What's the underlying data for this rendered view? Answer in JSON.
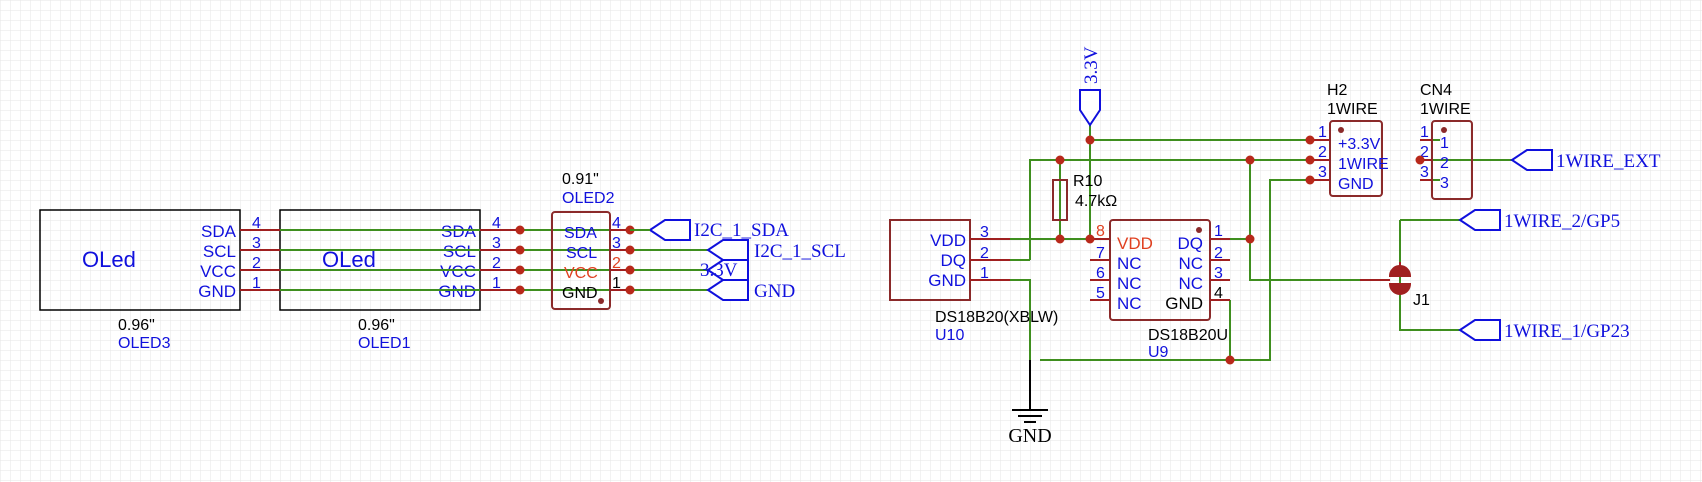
{
  "colors": {
    "wire": "#3f8f1f",
    "pin": "#a02020",
    "body": "#8b2a2a",
    "text": "#1010dd",
    "junction": "#b8281a",
    "grid": "#e6e6e6"
  },
  "oled3": {
    "name": "OLed",
    "size": "0.96\"",
    "ref": "OLED3",
    "pins": [
      {
        "name": "SDA",
        "num": "4"
      },
      {
        "name": "SCL",
        "num": "3"
      },
      {
        "name": "VCC",
        "num": "2"
      },
      {
        "name": "GND",
        "num": "1"
      }
    ]
  },
  "oled1": {
    "name": "OLed",
    "size": "0.96\"",
    "ref": "OLED1",
    "pins": [
      {
        "name": "SDA",
        "num": "4"
      },
      {
        "name": "SCL",
        "num": "3"
      },
      {
        "name": "VCC",
        "num": "2"
      },
      {
        "name": "GND",
        "num": "1"
      }
    ]
  },
  "oled2": {
    "size": "0.91\"",
    "ref": "OLED2",
    "pins": [
      {
        "name": "SDA",
        "num": "4"
      },
      {
        "name": "SCL",
        "num": "3"
      },
      {
        "name": "VCC",
        "num": "2"
      },
      {
        "name": "GND",
        "num": "1"
      }
    ]
  },
  "netlabels": {
    "i2c_sda": "I2C_1_SDA",
    "i2c_scl": "I2C_1_SCL",
    "v33_left": "3.3V",
    "gnd_left": "GND",
    "v33_top": "3.3V",
    "wire_ext": "1WIRE_EXT",
    "wire2": "1WIRE_2/GP5",
    "wire1": "1WIRE_1/GP23",
    "gnd_bottom": "GND"
  },
  "u10": {
    "name": "DS18B20(XBLW)",
    "ref": "U10",
    "pins": [
      {
        "name": "VDD",
        "num": "3"
      },
      {
        "name": "DQ",
        "num": "2"
      },
      {
        "name": "GND",
        "num": "1"
      }
    ]
  },
  "u9": {
    "name": "DS18B20U",
    "ref": "U9",
    "left_pins": [
      {
        "name": "VDD",
        "num": "8"
      },
      {
        "name": "NC",
        "num": "7"
      },
      {
        "name": "NC",
        "num": "6"
      },
      {
        "name": "NC",
        "num": "5"
      }
    ],
    "right_pins": [
      {
        "name": "DQ",
        "num": "1"
      },
      {
        "name": "NC",
        "num": "2"
      },
      {
        "name": "NC",
        "num": "3"
      },
      {
        "name": "GND",
        "num": "4"
      }
    ]
  },
  "r10": {
    "ref": "R10",
    "value": "4.7kΩ"
  },
  "h2": {
    "ref": "H2",
    "value": "1WIRE",
    "pins": [
      {
        "name": "+3.3V",
        "num": "1"
      },
      {
        "name": "1WIRE",
        "num": "2"
      },
      {
        "name": "GND",
        "num": "3"
      }
    ]
  },
  "cn4": {
    "ref": "CN4",
    "value": "1WIRE",
    "pins": [
      "1",
      "2",
      "3"
    ]
  },
  "j1": {
    "ref": "J1"
  }
}
